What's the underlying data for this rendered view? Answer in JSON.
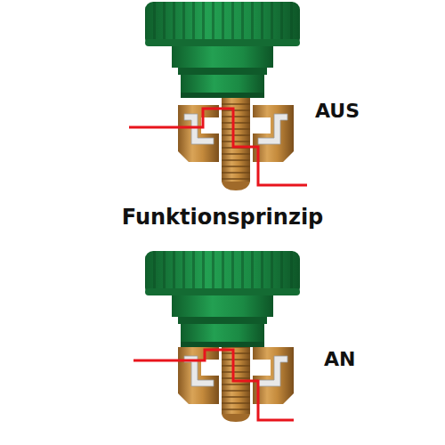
{
  "diagram": {
    "title": "Funktionsprinzip",
    "labels": [
      "AUS",
      "AN"
    ]
  }
}
